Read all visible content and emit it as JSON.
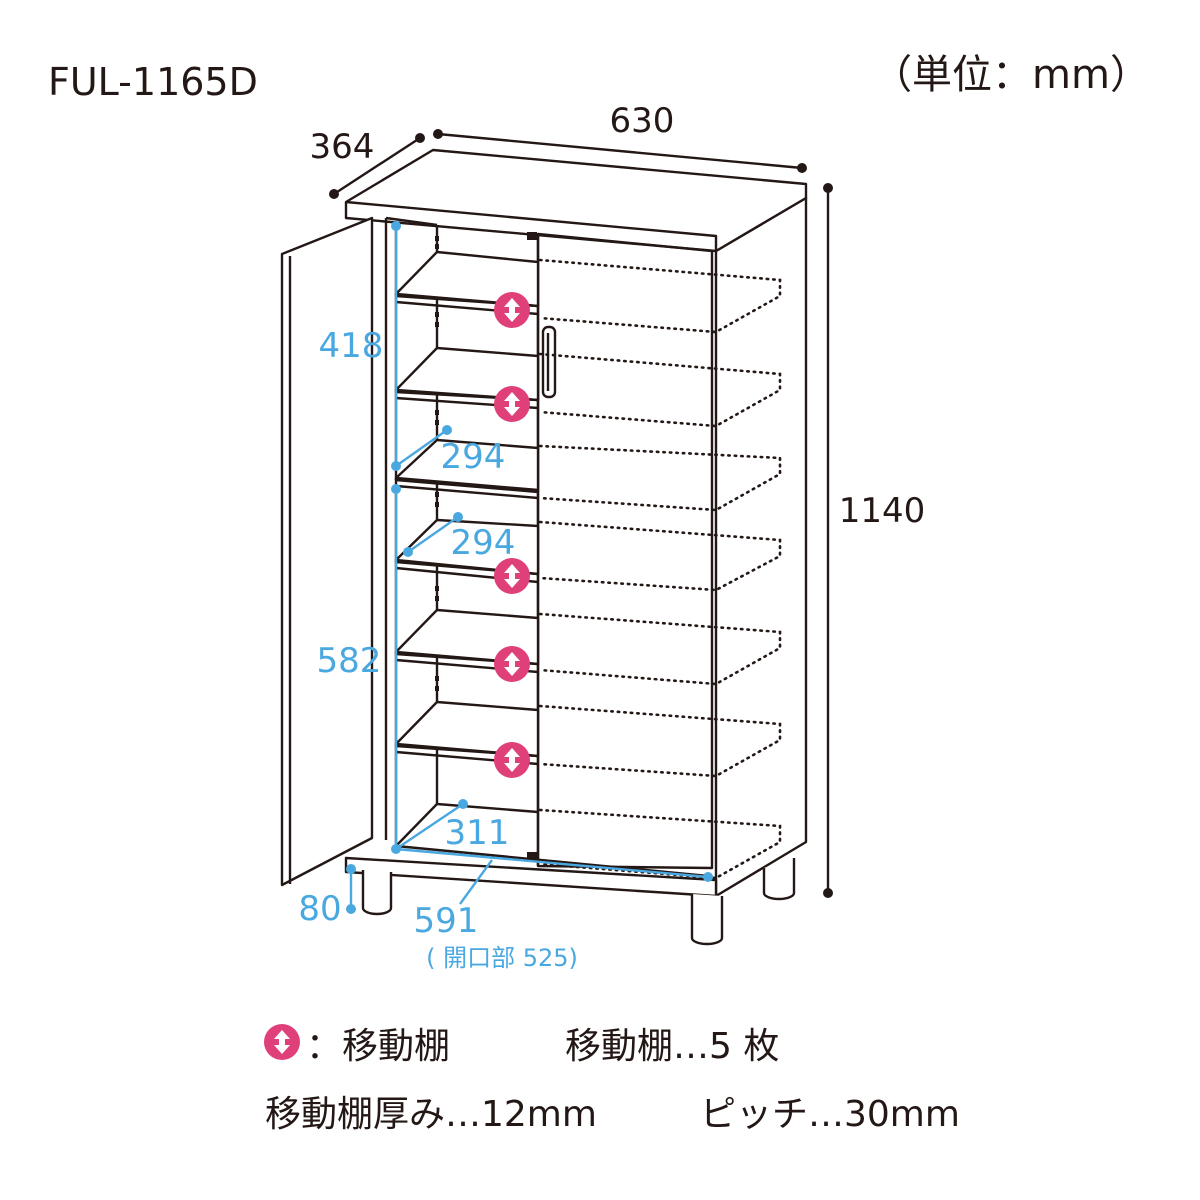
{
  "model": "FUL-1165D",
  "unit": "（単位：mm）",
  "dimensions": {
    "depth": "364",
    "width": "630",
    "height": "1140",
    "upper_inner_height": "418",
    "lower_inner_height": "582",
    "shelf_depth_1": "294",
    "shelf_depth_2": "294",
    "bottom_depth": "311",
    "leg_height": "80",
    "inner_width": "591",
    "opening_width": "( 開口部 525)"
  },
  "legend": {
    "movable_shelf_label": "：移動棚",
    "shelf_count": "移動棚…5 枚",
    "shelf_thickness": "移動棚厚み…12mm",
    "pitch": "ピッチ…30mm"
  },
  "colors": {
    "line": "#231815",
    "dimension_blue": "#4aa8e0",
    "marker_pink": "#e0407a"
  },
  "icons": {
    "movable_shelf_marker": "up-down-arrow-icon"
  }
}
